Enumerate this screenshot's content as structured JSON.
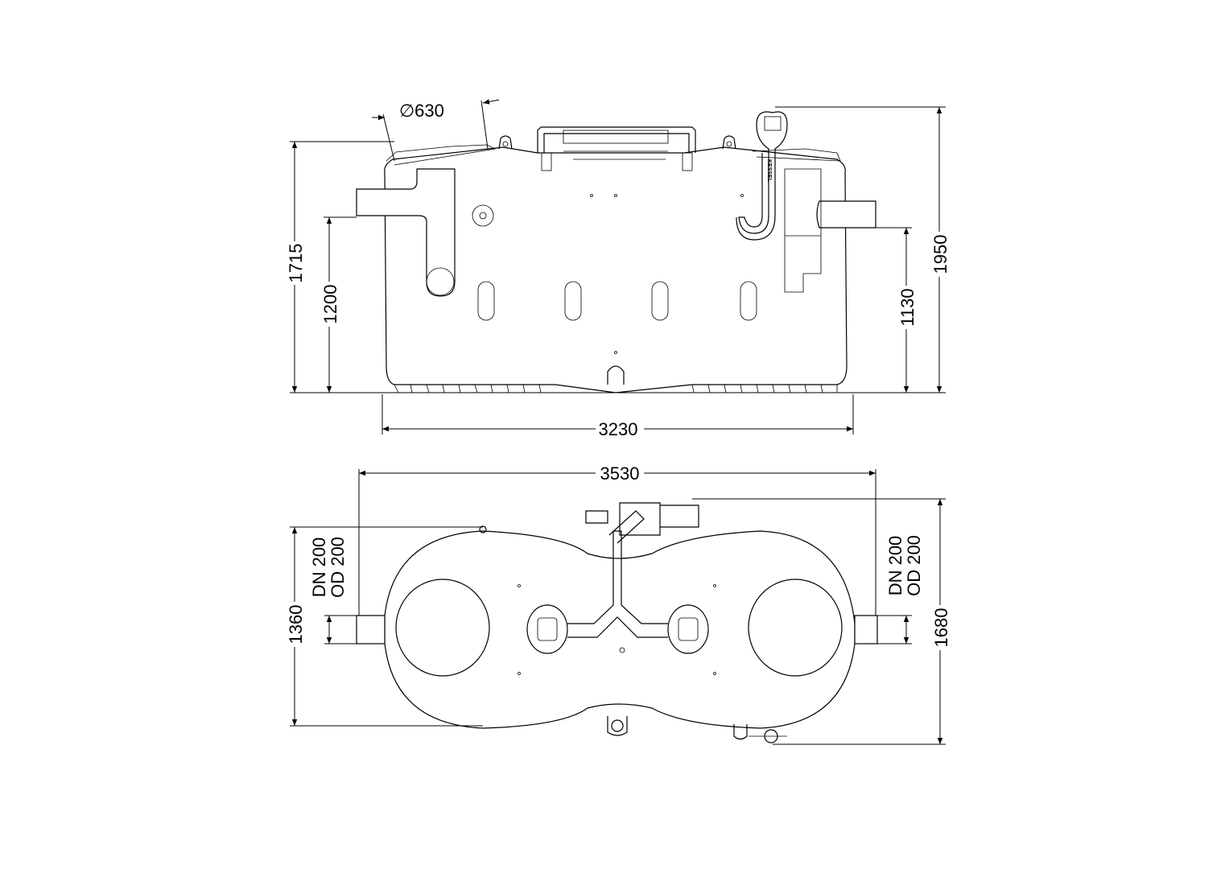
{
  "side_view": {
    "diameter_label": "∅630",
    "height_total_label": "1715",
    "inlet_height_label": "1200",
    "outlet_height_label": "1130",
    "overall_height_label": "1950",
    "length_label": "3230",
    "brand_mark": "KESSEL"
  },
  "plan_view": {
    "overall_length_label": "3530",
    "width_label": "1360",
    "overall_width_label": "1680",
    "inlet_dn_label": "DN 200",
    "inlet_od_label": "OD 200",
    "outlet_dn_label": "DN 200",
    "outlet_od_label": "OD 200"
  }
}
